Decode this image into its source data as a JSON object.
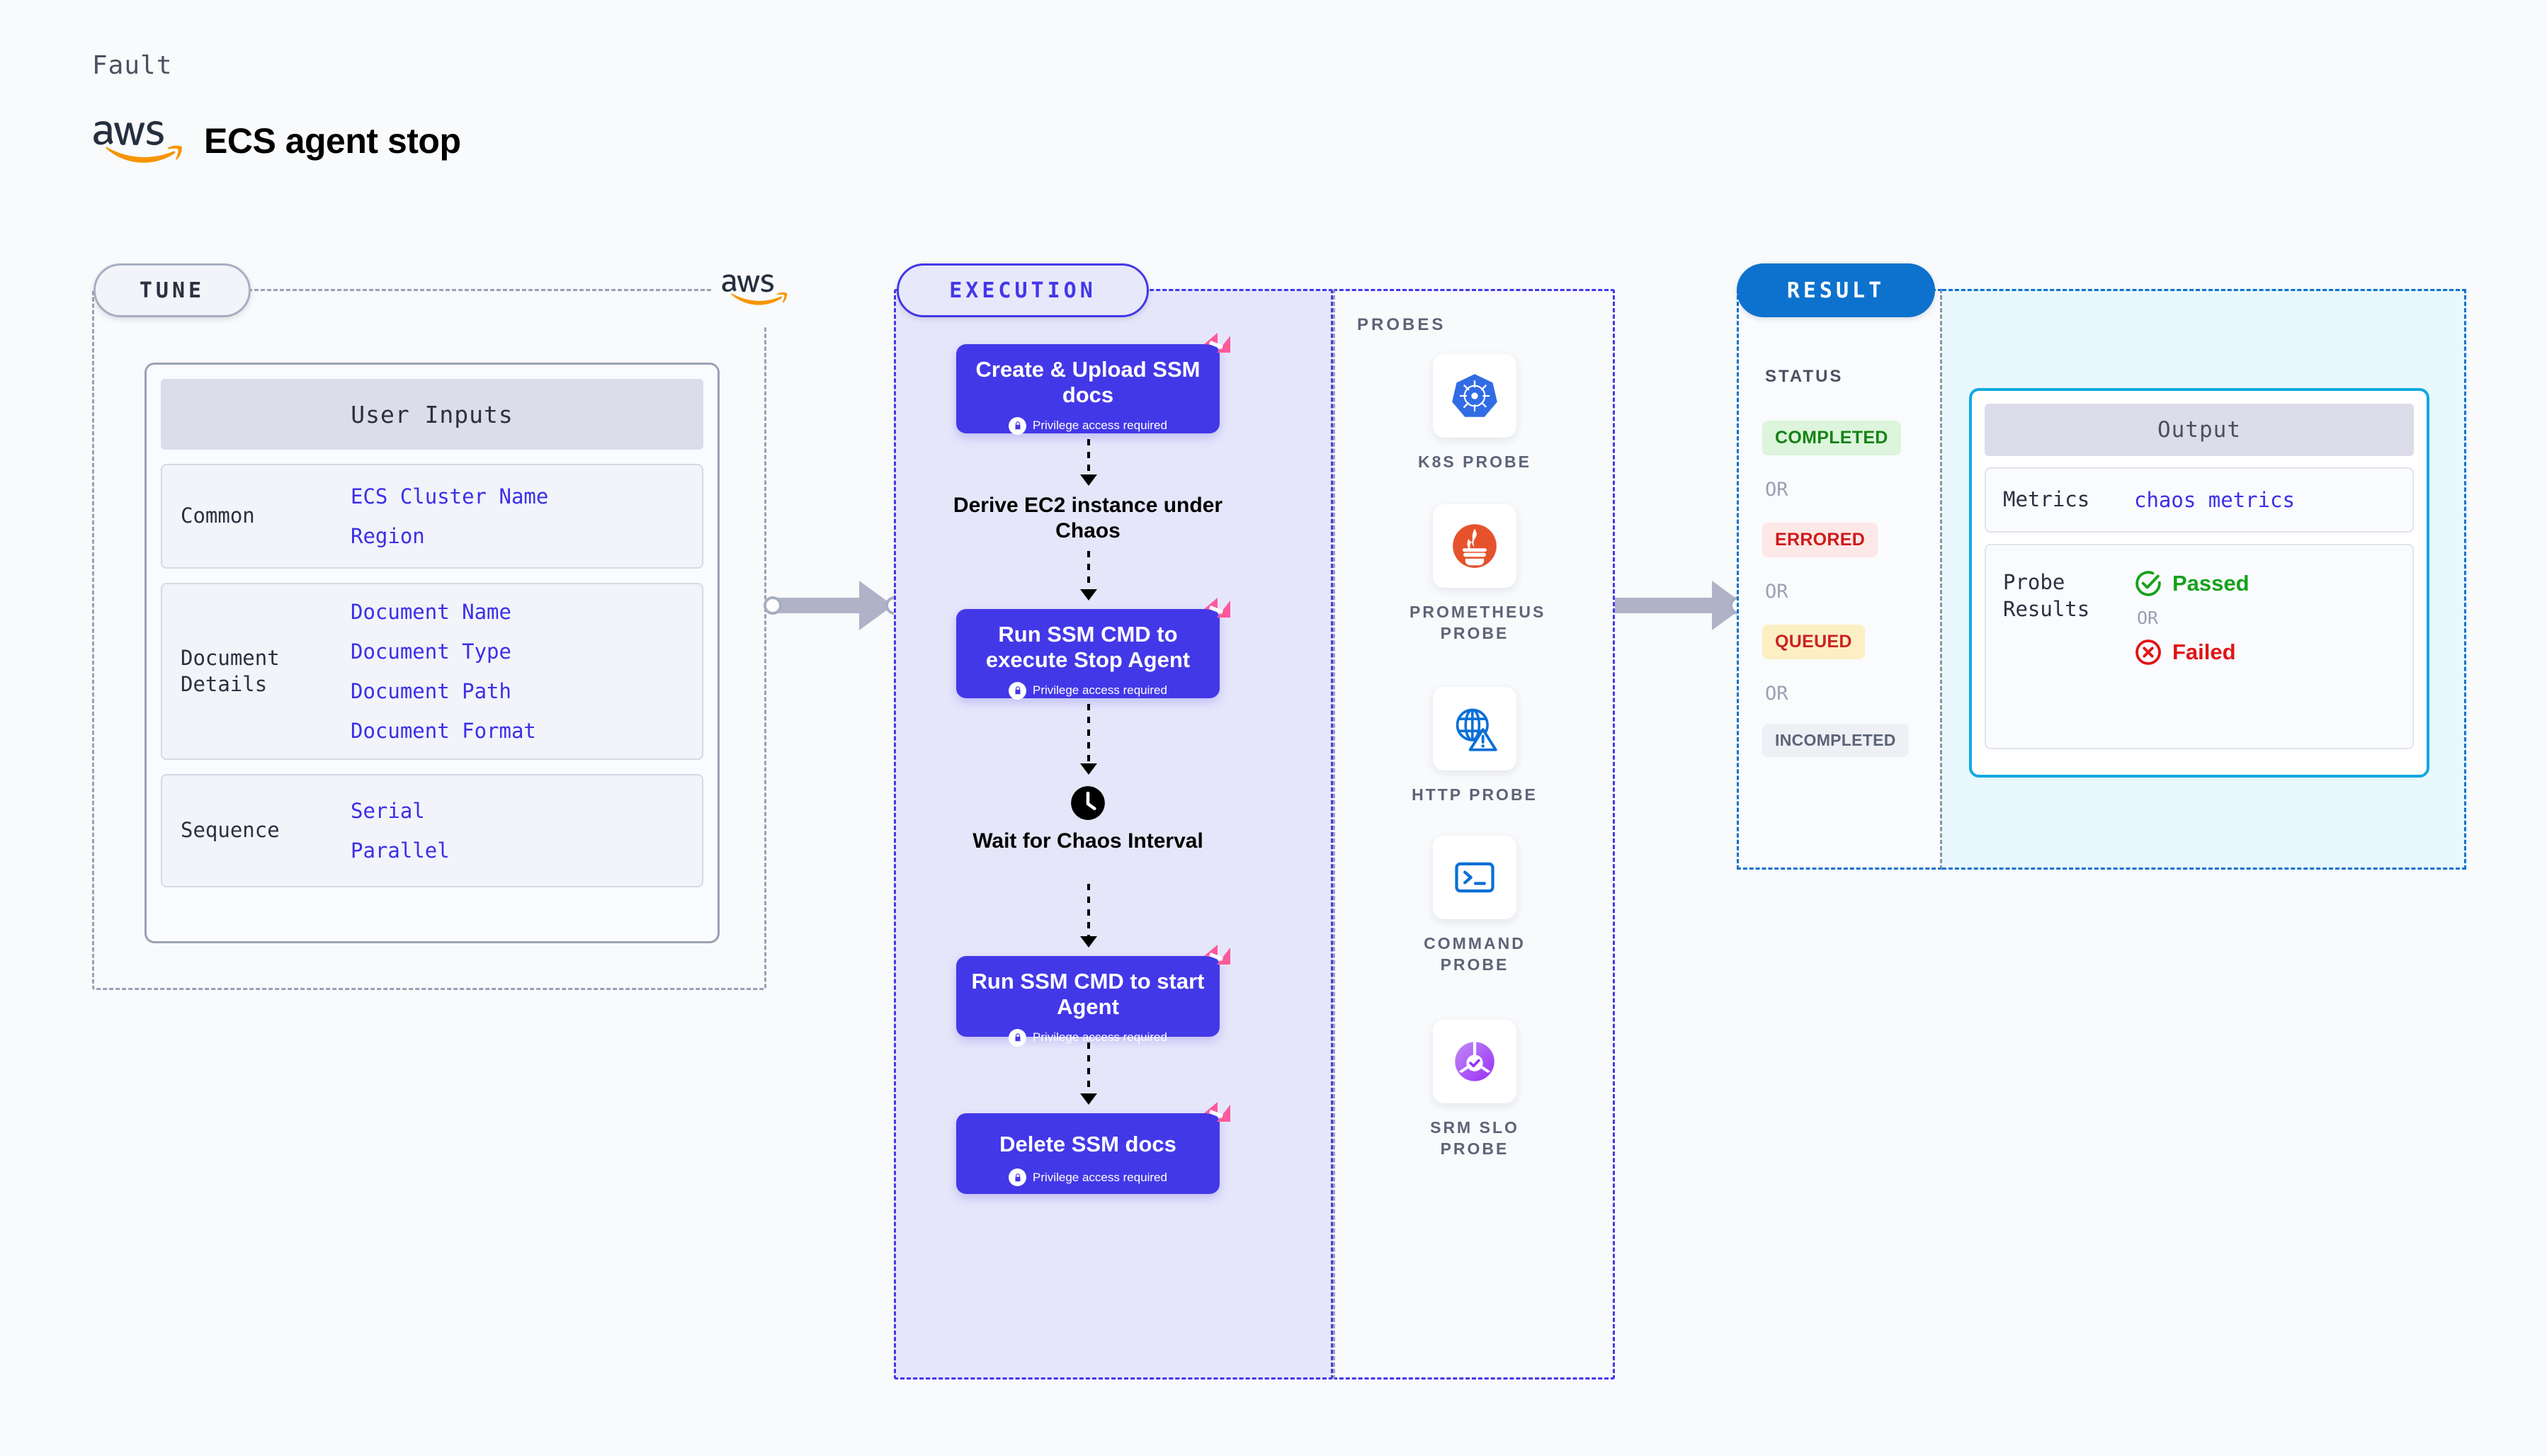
{
  "header": {
    "kicker": "Fault",
    "title": "ECS agent stop",
    "logo_icon": "aws-logo"
  },
  "tune": {
    "tag": "TUNE",
    "aws_icon": "aws-logo",
    "card_title": "User Inputs",
    "groups": [
      {
        "name": "Common",
        "values": [
          "ECS Cluster Name",
          "Region"
        ]
      },
      {
        "name": "Document\nDetails",
        "values": [
          "Document Name",
          "Document Type",
          "Document Path",
          "Document Format"
        ]
      },
      {
        "name": "Sequence",
        "values": [
          "Serial",
          "Parallel"
        ]
      }
    ]
  },
  "execution": {
    "tag": "EXECUTION",
    "privilege_note": "Privilege access required",
    "nodes": [
      {
        "type": "task",
        "title": "Create & Upload SSM docs",
        "privileged": true,
        "flag_icon": "harness-flag-icon",
        "lock_icon": "lock-icon"
      },
      {
        "type": "plain",
        "title": "Derive EC2 instance under Chaos"
      },
      {
        "type": "task",
        "title": "Run SSM CMD to execute Stop Agent",
        "privileged": true,
        "flag_icon": "harness-flag-icon",
        "lock_icon": "lock-icon"
      },
      {
        "type": "wait",
        "title": "Wait for Chaos Interval",
        "icon": "clock-icon"
      },
      {
        "type": "task",
        "title": "Run SSM CMD to start Agent",
        "privileged": true,
        "flag_icon": "harness-flag-icon",
        "lock_icon": "lock-icon"
      },
      {
        "type": "task",
        "title": "Delete SSM docs",
        "privileged": true,
        "flag_icon": "harness-flag-icon",
        "lock_icon": "lock-icon"
      }
    ]
  },
  "probes": {
    "label": "PROBES",
    "items": [
      {
        "name": "K8S PROBE",
        "icon": "kubernetes-icon"
      },
      {
        "name": "PROMETHEUS PROBE",
        "icon": "prometheus-icon"
      },
      {
        "name": "HTTP PROBE",
        "icon": "http-globe-warning-icon"
      },
      {
        "name": "COMMAND PROBE",
        "icon": "terminal-icon"
      },
      {
        "name": "SRM SLO PROBE",
        "icon": "srm-slo-icon"
      }
    ]
  },
  "result": {
    "tag": "RESULT",
    "status_label": "STATUS",
    "or_label": "OR",
    "statuses": [
      {
        "label": "COMPLETED",
        "bg": "#dcf5dc",
        "fg": "#168216"
      },
      {
        "label": "ERRORED",
        "bg": "#fde8e8",
        "fg": "#d01919"
      },
      {
        "label": "QUEUED",
        "bg": "#fdefc4",
        "fg": "#cc2222"
      },
      {
        "label": "INCOMPLETED",
        "bg": "#eef0f5",
        "fg": "#5d6478"
      }
    ]
  },
  "output": {
    "title": "Output",
    "metrics_key": "Metrics",
    "metrics_value": "chaos metrics",
    "probe_results_key": "Probe Results",
    "or_label": "OR",
    "passed_label": "Passed",
    "failed_label": "Failed",
    "passed_icon": "check-circle-icon",
    "failed_icon": "x-circle-icon"
  },
  "colors": {
    "node_purple": "#4338e8",
    "exec_bg": "#e6e6fa",
    "result_blue": "#0d72ce",
    "output_border": "#11a9e2",
    "flag_pink": "#fc5a9b",
    "aws_orange": "#f79400",
    "value_blue": "#3b2fe8"
  }
}
